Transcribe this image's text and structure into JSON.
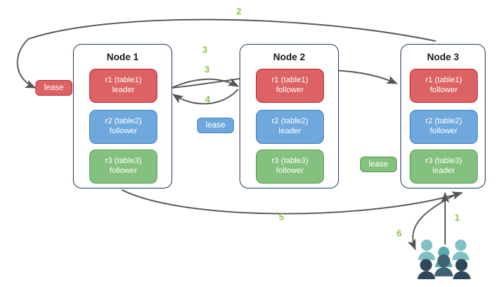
{
  "diagram": {
    "title": "raft-lease-replication-diagram",
    "colors": {
      "red": "#dd6263",
      "red_border": "#c0202a",
      "blue": "#6fa8dc",
      "blue_border": "#3d7ec0",
      "green": "#85c17e",
      "green_border": "#4f9b48",
      "node_border": "#1f3864",
      "arrow": "#555555",
      "step_label": "#8bc34a",
      "people_light": "#7fc0c4",
      "people_dark": "#2f4858"
    }
  },
  "nodes": [
    {
      "name": "Node 1",
      "replicas": [
        {
          "line1": "r1 (table1)",
          "line2": "leader",
          "color": "red"
        },
        {
          "line1": "r2 (table2)",
          "line2": "follower",
          "color": "blue"
        },
        {
          "line1": "r3 (table3)",
          "line2": "follower",
          "color": "green"
        }
      ]
    },
    {
      "name": "Node 2",
      "replicas": [
        {
          "line1": "r1 (table1)",
          "line2": "follower",
          "color": "red"
        },
        {
          "line1": "r2 (table2)",
          "line2": "leader",
          "color": "blue"
        },
        {
          "line1": "r3 (table3)",
          "line2": "follower",
          "color": "green"
        }
      ]
    },
    {
      "name": "Node 3",
      "replicas": [
        {
          "line1": "r1 (table1)",
          "line2": "follower",
          "color": "red"
        },
        {
          "line1": "r2 (table2)",
          "line2": "follower",
          "color": "blue"
        },
        {
          "line1": "r3 (table3)",
          "line2": "leader",
          "color": "green"
        }
      ]
    }
  ],
  "leases": [
    {
      "label": "lease",
      "color": "red"
    },
    {
      "label": "lease",
      "color": "blue"
    },
    {
      "label": "lease",
      "color": "green"
    }
  ],
  "steps": [
    {
      "label": "1"
    },
    {
      "label": "2"
    },
    {
      "label": "3"
    },
    {
      "label": "3"
    },
    {
      "label": "4"
    },
    {
      "label": "5"
    },
    {
      "label": "6"
    }
  ],
  "actor": {
    "name": "clients-group"
  }
}
